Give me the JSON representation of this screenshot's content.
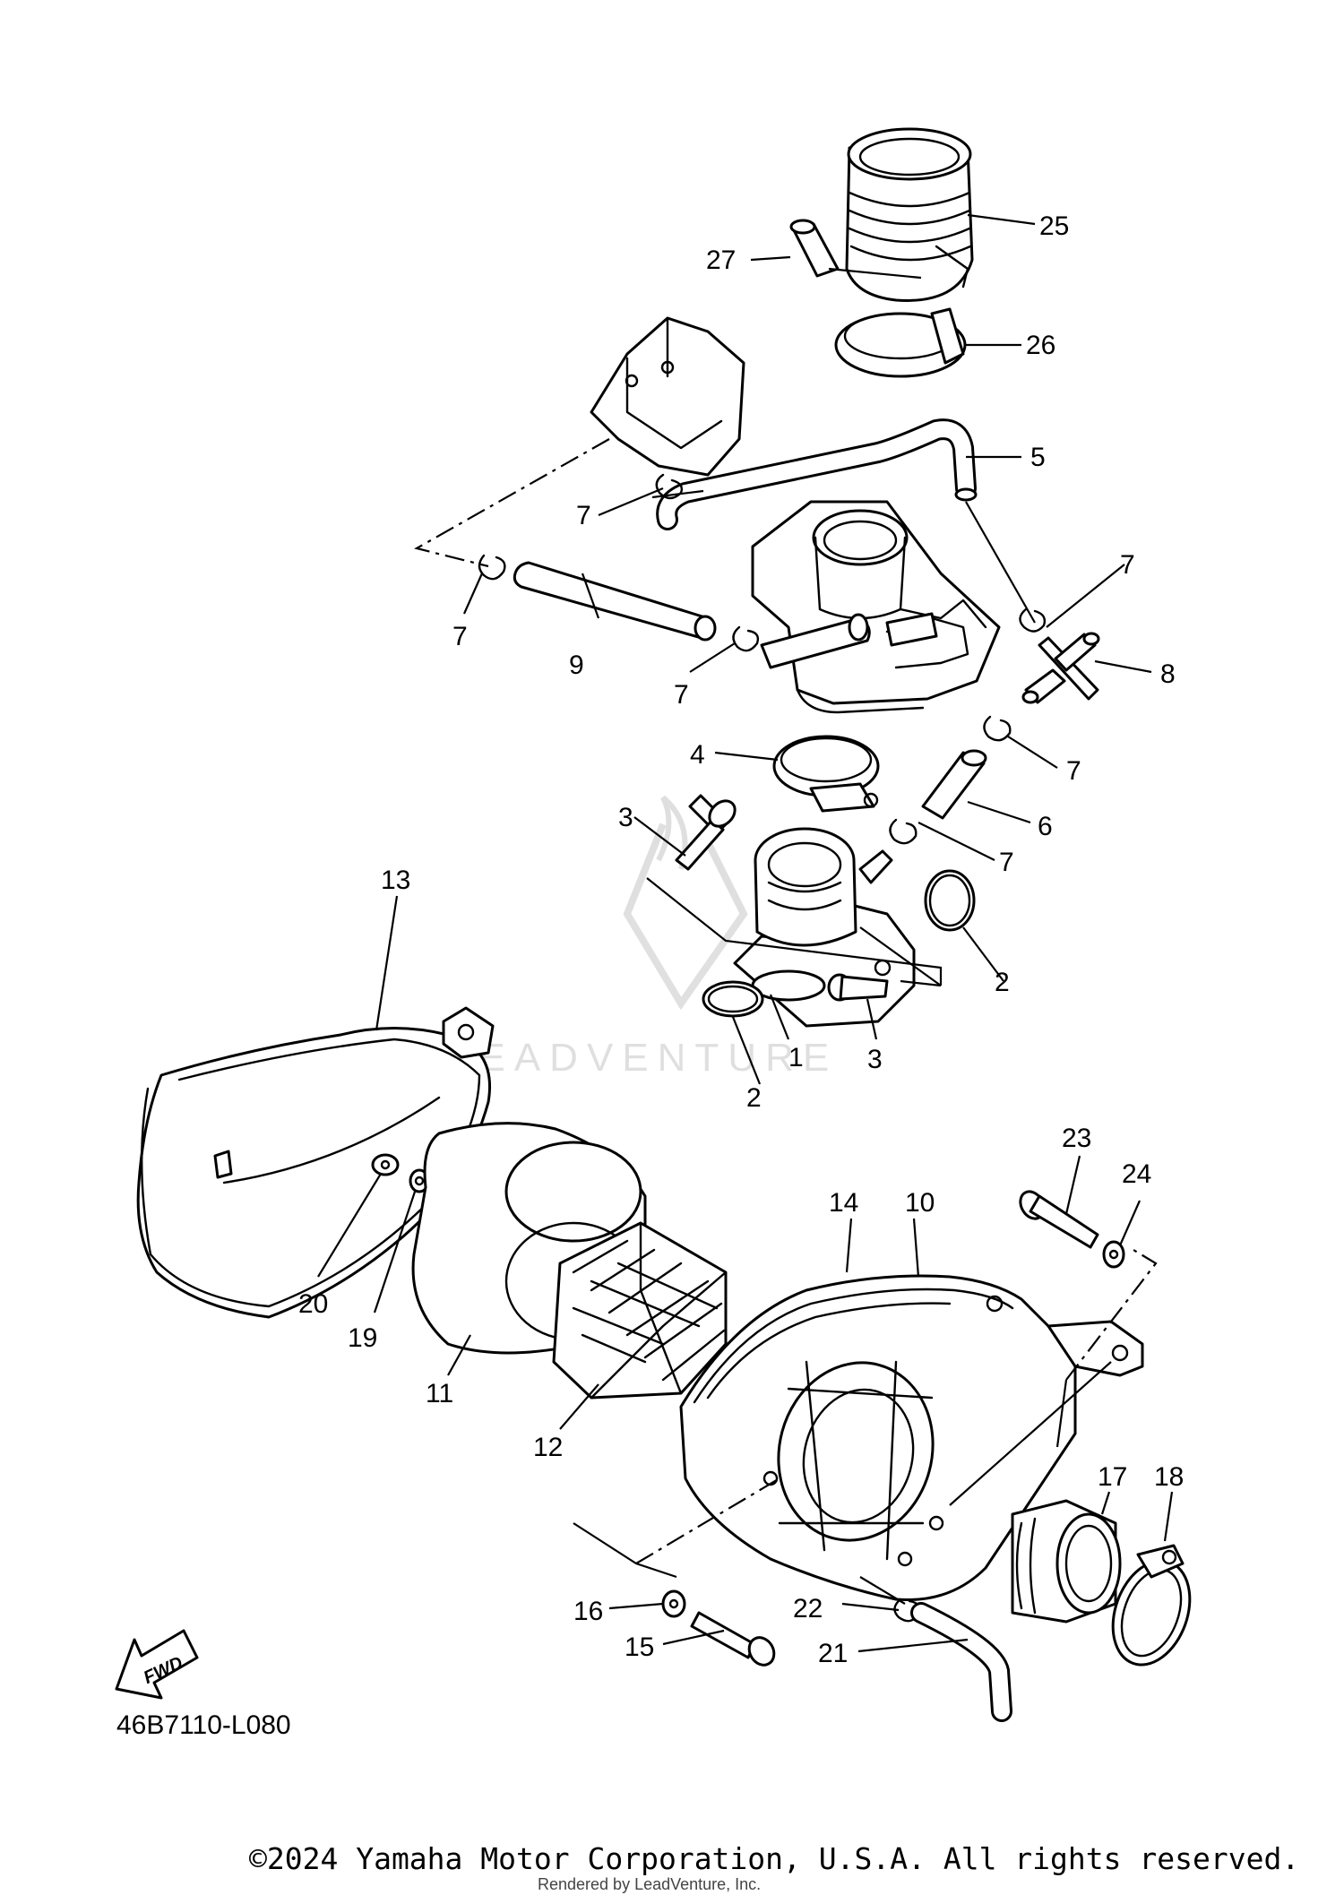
{
  "diagram": {
    "drawing_code": "46B7110-L080",
    "fwd_label": "FWD",
    "watermark": "LEADVENTURE",
    "callouts": [
      "1",
      "2",
      "2",
      "3",
      "3",
      "4",
      "5",
      "6",
      "7",
      "7",
      "7",
      "7",
      "7",
      "7",
      "8",
      "9",
      "10",
      "11",
      "12",
      "13",
      "14",
      "15",
      "16",
      "17",
      "18",
      "19",
      "20",
      "21",
      "22",
      "23",
      "24",
      "25",
      "26",
      "27"
    ]
  },
  "footer": {
    "copyright": "©2024 Yamaha Motor Corporation, U.S.A. All rights reserved.",
    "rendered_by": "Rendered by LeadVenture, Inc."
  }
}
